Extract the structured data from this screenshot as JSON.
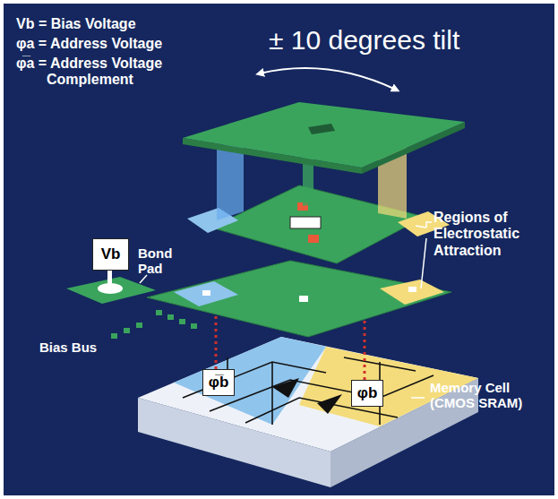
{
  "diagram": {
    "nodes": [
      {
        "text": [
          "Vb"
        ]
      },
      {
        "text": [
          "φ̅b"
        ]
      },
      {
        "text": [
          "φb"
        ]
      }
    ],
    "labels": [
      "Vb = Bias Voltage",
      "φa = Address Voltage",
      "φ̅a = Address Voltage Complement",
      "± 10 degrees tilt",
      "Regions of Electrostatic Attraction",
      "Bond Pad",
      "Bias Bus",
      "Memory Cell (CMOS SRAM)"
    ]
  }
}
